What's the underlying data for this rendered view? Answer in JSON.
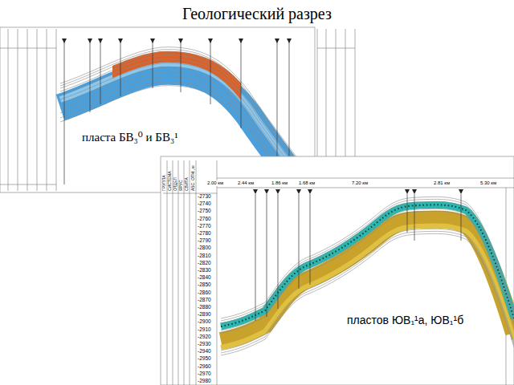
{
  "diagram": {
    "title": "Геологический разрез",
    "labels": [
      "пласта БВ₃⁰ и БВ₃¹",
      "пластов ЮВ₁¹а, ЮВ₁¹б",
      "2.00 км",
      "2.44 км",
      "1.86 км",
      "1.68 км",
      "7.20 км",
      "2.81 км",
      "5.30 км",
      "ГРУППА",
      "СИСТЕМА",
      "ОТДЕЛ",
      "ЯРУС",
      "СВИТА",
      "АБС. ОТМ., м",
      "-2730",
      "-2740",
      "-2750",
      "-2760",
      "-2770",
      "-2780",
      "-2790",
      "-2800",
      "-2810",
      "-2820",
      "-2830",
      "-2840",
      "-2850",
      "-2860",
      "-2870",
      "-2880",
      "-2890",
      "-2900",
      "-2910",
      "-2920",
      "-2930",
      "-2940",
      "-2950",
      "-2960",
      "-2970",
      "-2980"
    ]
  }
}
